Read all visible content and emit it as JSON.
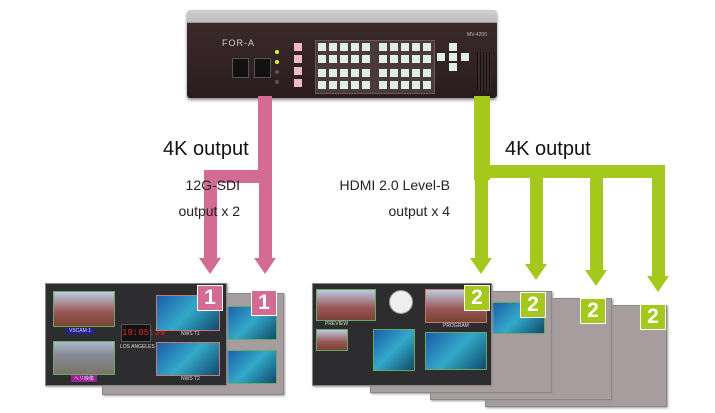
{
  "device": {
    "brand": "FOR-A",
    "model": "MV-4200"
  },
  "left": {
    "heading": "4K output",
    "interface": "12G-SDI",
    "count": "output x 2",
    "badge": "1",
    "color": "#d36b93"
  },
  "right": {
    "heading": "4K output",
    "interface": "HDMI 2.0 Level-B",
    "count": "output x 4",
    "badge": "2",
    "color": "#a4c81c"
  },
  "monitor": {
    "clock": "19:05:39",
    "clock_label": "LOS ANGELES",
    "tiles": [
      "VSCAM 1",
      "NWS T1",
      "NWS T2",
      "ヘリ映像",
      "PREVIEW",
      "PROGRAM"
    ]
  }
}
